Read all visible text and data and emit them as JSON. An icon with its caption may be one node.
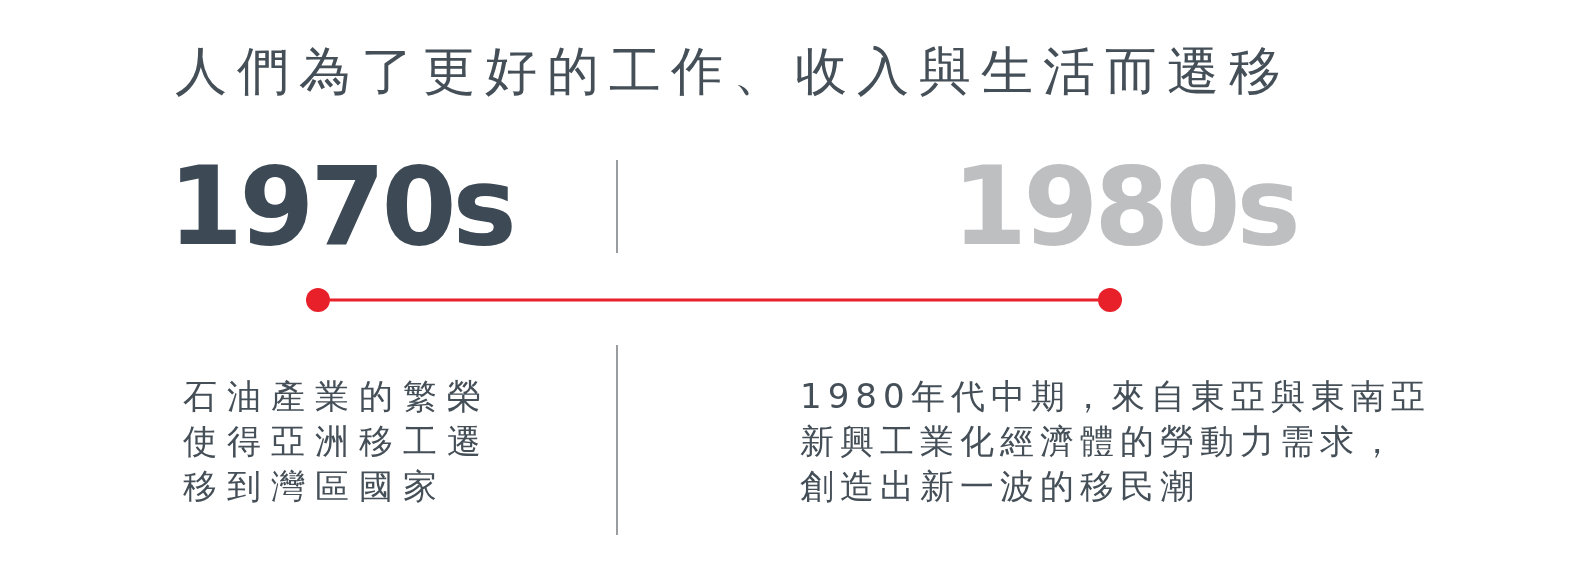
{
  "diagram": {
    "title": "人們為了更好的工作、收入與生活而遷移",
    "nodes": [
      {
        "text": [],
        "shape": "circle"
      },
      {
        "text": [],
        "shape": "circle"
      }
    ],
    "edges": [
      {
        "from": 0,
        "to": 1,
        "arrow": "none"
      }
    ],
    "labels": [
      "1970s",
      "1980s",
      "石油產業的繁榮使得亞洲移工遷移到灣區國家",
      "1980年代中期，來自東亞與東南亞新興工業化經濟體的勞動力需求，創造出新一波的移民潮"
    ]
  }
}
